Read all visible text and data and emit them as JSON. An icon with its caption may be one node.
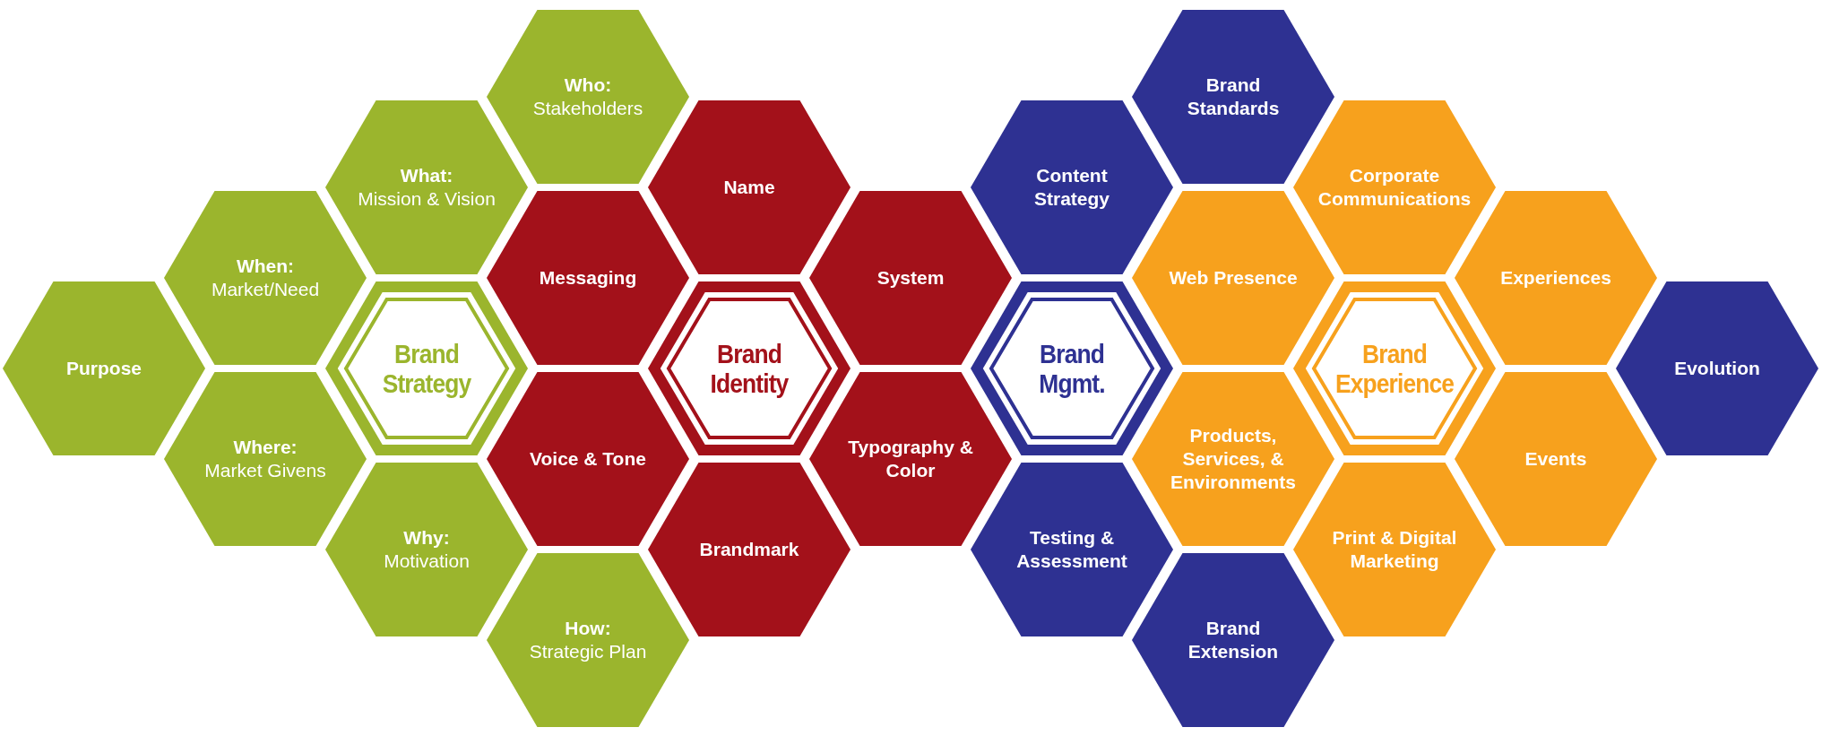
{
  "diagram": {
    "nodes": [
      {
        "text": [
          "Purpose"
        ]
      },
      {
        "text": [
          "When:",
          "Market/Need"
        ]
      },
      {
        "text": [
          "Where:",
          "Market Givens"
        ]
      },
      {
        "text": [
          "What:",
          "Mission & Vision"
        ]
      },
      {
        "text": [
          "Brand Strategy"
        ]
      },
      {
        "text": [
          "Why:",
          "Motivation"
        ]
      },
      {
        "text": [
          "Who:",
          "Stakeholders"
        ]
      },
      {
        "text": [
          "Messaging"
        ]
      },
      {
        "text": [
          "Voice & Tone"
        ]
      },
      {
        "text": [
          "How:",
          "Strategic Plan"
        ]
      },
      {
        "text": [
          "Name"
        ]
      },
      {
        "text": [
          "Brand Identity"
        ]
      },
      {
        "text": [
          "Brandmark"
        ]
      },
      {
        "text": [
          "System"
        ]
      },
      {
        "text": [
          "Typography & Color"
        ]
      },
      {
        "text": [
          "Content Strategy"
        ]
      },
      {
        "text": [
          "Brand Mgmt."
        ]
      },
      {
        "text": [
          "Testing & Assessment"
        ]
      },
      {
        "text": [
          "Brand Standards"
        ]
      },
      {
        "text": [
          "Web Presence"
        ]
      },
      {
        "text": [
          "Products, Services, & Environments"
        ]
      },
      {
        "text": [
          "Brand Extension"
        ]
      },
      {
        "text": [
          "Corporate Communications"
        ]
      },
      {
        "text": [
          "Brand Experience"
        ]
      },
      {
        "text": [
          "Print & Digital Marketing"
        ]
      },
      {
        "text": [
          "Experiences"
        ]
      },
      {
        "text": [
          "Events"
        ]
      },
      {
        "text": [
          "Evolution"
        ]
      }
    ]
  }
}
